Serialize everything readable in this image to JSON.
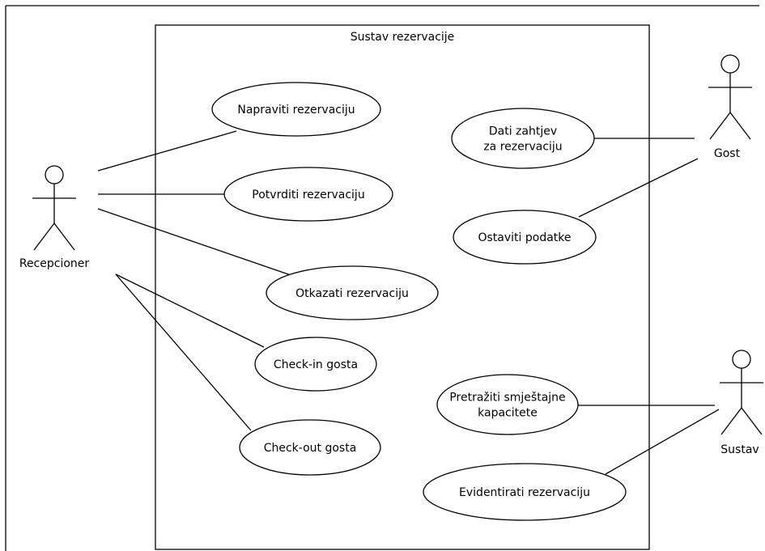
{
  "system": {
    "title": "Sustav rezervacije"
  },
  "actors": [
    {
      "id": "recepcioner",
      "label": "Recepcioner"
    },
    {
      "id": "gost",
      "label": "Gost"
    },
    {
      "id": "sustav",
      "label": "Sustav"
    }
  ],
  "use_cases": [
    {
      "id": "napraviti",
      "lines": [
        "Napraviti rezervaciju"
      ]
    },
    {
      "id": "potvrditi",
      "lines": [
        "Potvrditi rezervaciju"
      ]
    },
    {
      "id": "otkazati",
      "lines": [
        "Otkazati rezervaciju"
      ]
    },
    {
      "id": "checkin",
      "lines": [
        "Check-in gosta"
      ]
    },
    {
      "id": "checkout",
      "lines": [
        "Check-out gosta"
      ]
    },
    {
      "id": "zahtjev",
      "lines": [
        "Dati zahtjev",
        "za rezervaciju"
      ]
    },
    {
      "id": "podaci",
      "lines": [
        "Ostaviti podatke"
      ]
    },
    {
      "id": "pretraziti",
      "lines": [
        "Pretražiti smještajne",
        "kapacitete"
      ]
    },
    {
      "id": "evidentirati",
      "lines": [
        "Evidentirati rezervaciju"
      ]
    }
  ],
  "associations": [
    {
      "actor": "recepcioner",
      "use_case": "napraviti"
    },
    {
      "actor": "recepcioner",
      "use_case": "potvrditi"
    },
    {
      "actor": "recepcioner",
      "use_case": "otkazati"
    },
    {
      "actor": "recepcioner",
      "use_case": "checkin"
    },
    {
      "actor": "recepcioner",
      "use_case": "checkout"
    },
    {
      "actor": "gost",
      "use_case": "zahtjev"
    },
    {
      "actor": "gost",
      "use_case": "podaci"
    },
    {
      "actor": "sustav",
      "use_case": "pretraziti"
    },
    {
      "actor": "sustav",
      "use_case": "evidentirati"
    }
  ]
}
